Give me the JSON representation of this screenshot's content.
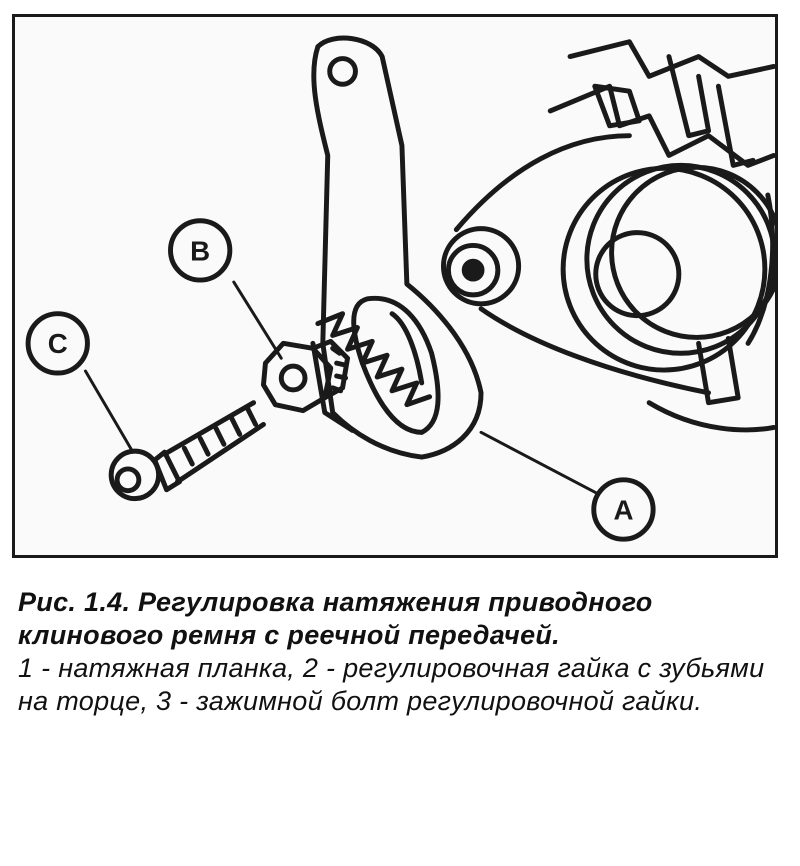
{
  "figure": {
    "callouts": {
      "a": "A",
      "b": "B",
      "c": "C"
    },
    "colors": {
      "ink": "#1a1a1a",
      "paper": "#fafafa"
    }
  },
  "caption": {
    "title": "Рис. 1.4. Регулировка натяжения приводного клинового ремня с реечной передачей.",
    "body": "1 - натяжная планка, 2 - регулировочная гайка с зубьями на торце, 3 - зажимной болт регулировочной гайки."
  }
}
